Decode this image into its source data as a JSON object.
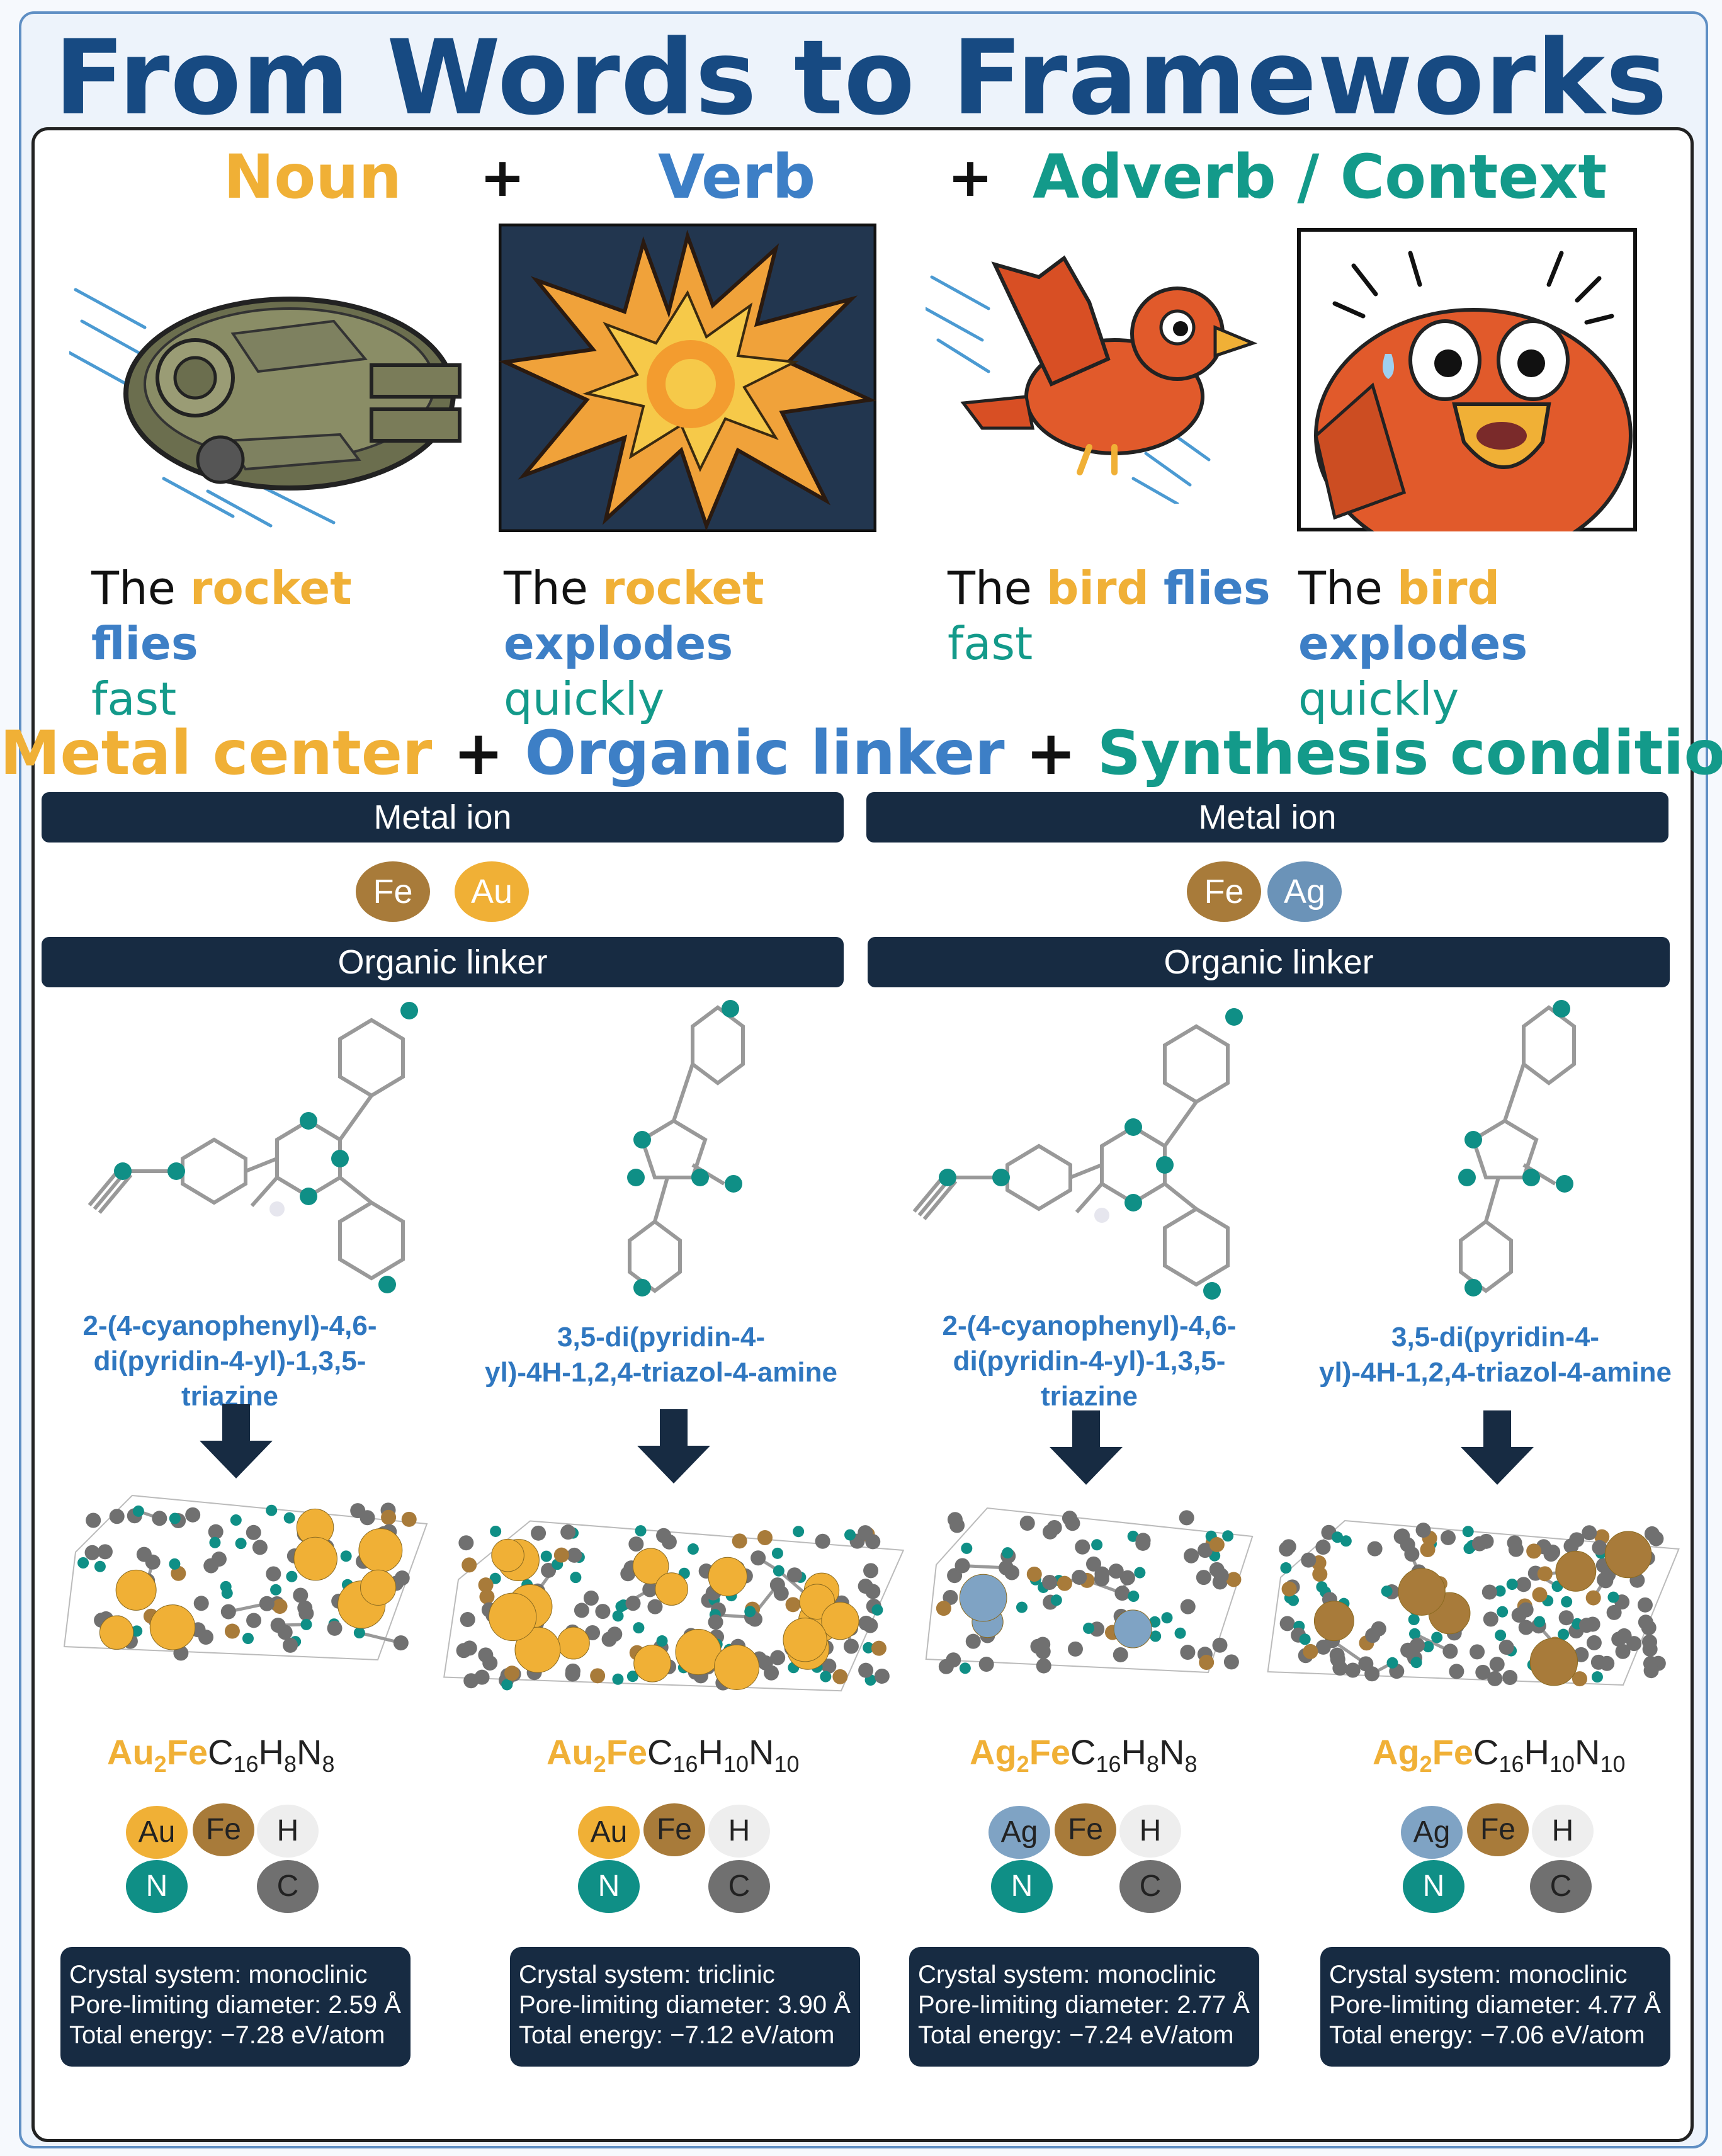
{
  "title": "From Words to Frameworks",
  "headings": {
    "noun": "Noun",
    "verb": "Verb",
    "adverb": "Adverb / Context",
    "plus": "+"
  },
  "sentences": [
    {
      "the": "The",
      "noun": "rocket",
      "verb": "flies",
      "adv": "fast"
    },
    {
      "the": "The",
      "noun": "rocket",
      "verb": "explodes",
      "adv": "quickly"
    },
    {
      "the": "The",
      "noun": "bird",
      "verb": "flies",
      "adv": "fast"
    },
    {
      "the": "The",
      "noun": "bird",
      "verb": "explodes",
      "adv": "quickly"
    }
  ],
  "section": {
    "metal": "Metal center",
    "linker": "Organic linker",
    "conditions": "Synthesis conditions",
    "plus": "+"
  },
  "groups": [
    {
      "metal_bar": "Metal ion",
      "linker_bar": "Organic linker",
      "metals": [
        {
          "label": "Fe",
          "color": "#a87b3a"
        },
        {
          "label": "Au",
          "color": "#f0b036"
        }
      ]
    },
    {
      "metal_bar": "Metal ion",
      "linker_bar": "Organic linker",
      "metals": [
        {
          "label": "Fe",
          "color": "#a87b3a"
        },
        {
          "label": "Ag",
          "color": "#6b93b8"
        }
      ]
    }
  ],
  "columns": [
    {
      "linker_name_lines": [
        "2-(4-cyanophenyl)-4,6-",
        "di(pyridin-4-yl)-1,3,5-",
        "triazine"
      ],
      "formula": {
        "metal": "Au",
        "metal_sub": "2",
        "fe": "Fe",
        "rest": [
          [
            "C",
            "16"
          ],
          [
            "H",
            "8"
          ],
          [
            "N",
            "8"
          ]
        ]
      },
      "legend": [
        {
          "label": "Au",
          "color": "#f0b036",
          "text": "#222"
        },
        {
          "label": "Fe",
          "color": "#a87b3a",
          "text": "#222"
        },
        {
          "label": "H",
          "color": "#eeeeee",
          "text": "#222"
        },
        {
          "label": "N",
          "color": "#0f8f86",
          "text": "#fff"
        },
        {
          "label": "C",
          "color": "#707070",
          "text": "#222"
        }
      ],
      "props": [
        "Crystal system: monoclinic",
        "Pore-limiting diameter: 2.59 Å",
        "Total energy: −7.28 eV/atom"
      ]
    },
    {
      "linker_name_lines": [
        "3,5-di(pyridin-4-",
        "yl)-4H-1,2,4-triazol-4-amine"
      ],
      "formula": {
        "metal": "Au",
        "metal_sub": "2",
        "fe": "Fe",
        "rest": [
          [
            "C",
            "16"
          ],
          [
            "H",
            "10"
          ],
          [
            "N",
            "10"
          ]
        ]
      },
      "legend": [
        {
          "label": "Au",
          "color": "#f0b036",
          "text": "#222"
        },
        {
          "label": "Fe",
          "color": "#a87b3a",
          "text": "#222"
        },
        {
          "label": "H",
          "color": "#eeeeee",
          "text": "#222"
        },
        {
          "label": "N",
          "color": "#0f8f86",
          "text": "#fff"
        },
        {
          "label": "C",
          "color": "#707070",
          "text": "#222"
        }
      ],
      "props": [
        "Crystal system: triclinic",
        "Pore-limiting diameter: 3.90 Å",
        "Total energy: −7.12 eV/atom"
      ]
    },
    {
      "linker_name_lines": [
        "2-(4-cyanophenyl)-4,6-",
        "di(pyridin-4-yl)-1,3,5-",
        "triazine"
      ],
      "formula": {
        "metal": "Ag",
        "metal_sub": "2",
        "fe": "Fe",
        "rest": [
          [
            "C",
            "16"
          ],
          [
            "H",
            "8"
          ],
          [
            "N",
            "8"
          ]
        ]
      },
      "legend": [
        {
          "label": "Ag",
          "color": "#7fa3c4",
          "text": "#222"
        },
        {
          "label": "Fe",
          "color": "#a87b3a",
          "text": "#222"
        },
        {
          "label": "H",
          "color": "#eeeeee",
          "text": "#222"
        },
        {
          "label": "N",
          "color": "#0f8f86",
          "text": "#fff"
        },
        {
          "label": "C",
          "color": "#707070",
          "text": "#222"
        }
      ],
      "props": [
        "Crystal system: monoclinic",
        "Pore-limiting diameter: 2.77 Å",
        "Total energy: −7.24 eV/atom"
      ]
    },
    {
      "linker_name_lines": [
        "3,5-di(pyridin-4-",
        "yl)-4H-1,2,4-triazol-4-amine"
      ],
      "formula": {
        "metal": "Ag",
        "metal_sub": "2",
        "fe": "Fe",
        "rest": [
          [
            "C",
            "16"
          ],
          [
            "H",
            "10"
          ],
          [
            "N",
            "10"
          ]
        ]
      },
      "legend": [
        {
          "label": "Ag",
          "color": "#7fa3c4",
          "text": "#222"
        },
        {
          "label": "Fe",
          "color": "#a87b3a",
          "text": "#222"
        },
        {
          "label": "H",
          "color": "#eeeeee",
          "text": "#222"
        },
        {
          "label": "N",
          "color": "#0f8f86",
          "text": "#fff"
        },
        {
          "label": "C",
          "color": "#707070",
          "text": "#222"
        }
      ],
      "props": [
        "Crystal system: monoclinic",
        "Pore-limiting diameter: 4.77 Å",
        "Total energy: −7.06 eV/atom"
      ]
    }
  ]
}
